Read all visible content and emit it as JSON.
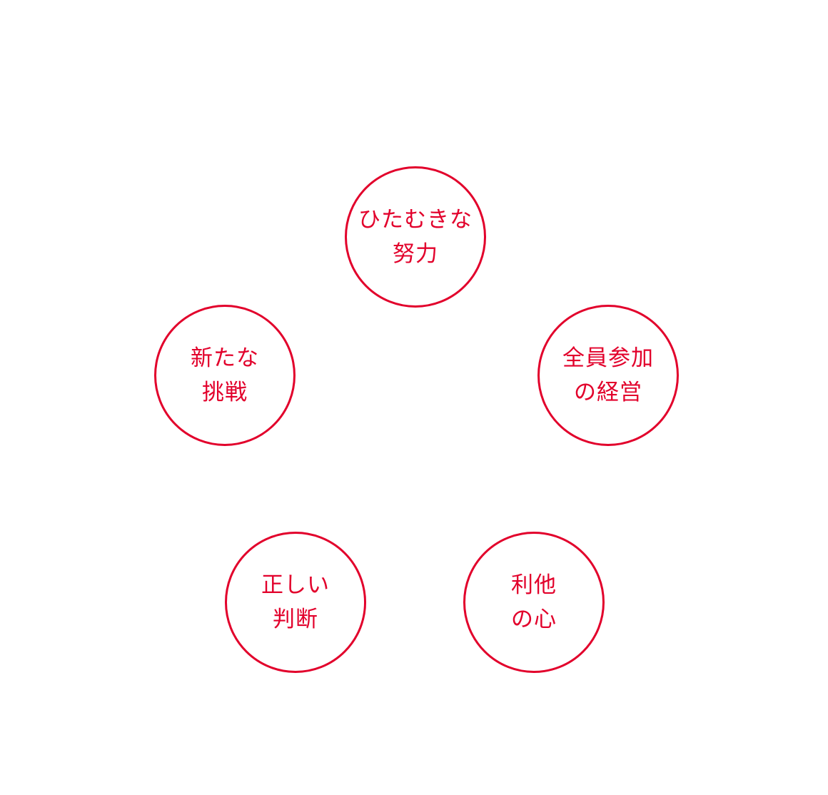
{
  "accent_color": "#e2002b",
  "values": [
    {
      "line1": "ひたむきな",
      "line2": "努力"
    },
    {
      "line1": "新たな",
      "line2": "挑戦"
    },
    {
      "line1": "全員参加",
      "line2": "の経営"
    },
    {
      "line1": "正しい",
      "line2": "判断"
    },
    {
      "line1": "利他",
      "line2": "の心"
    }
  ]
}
